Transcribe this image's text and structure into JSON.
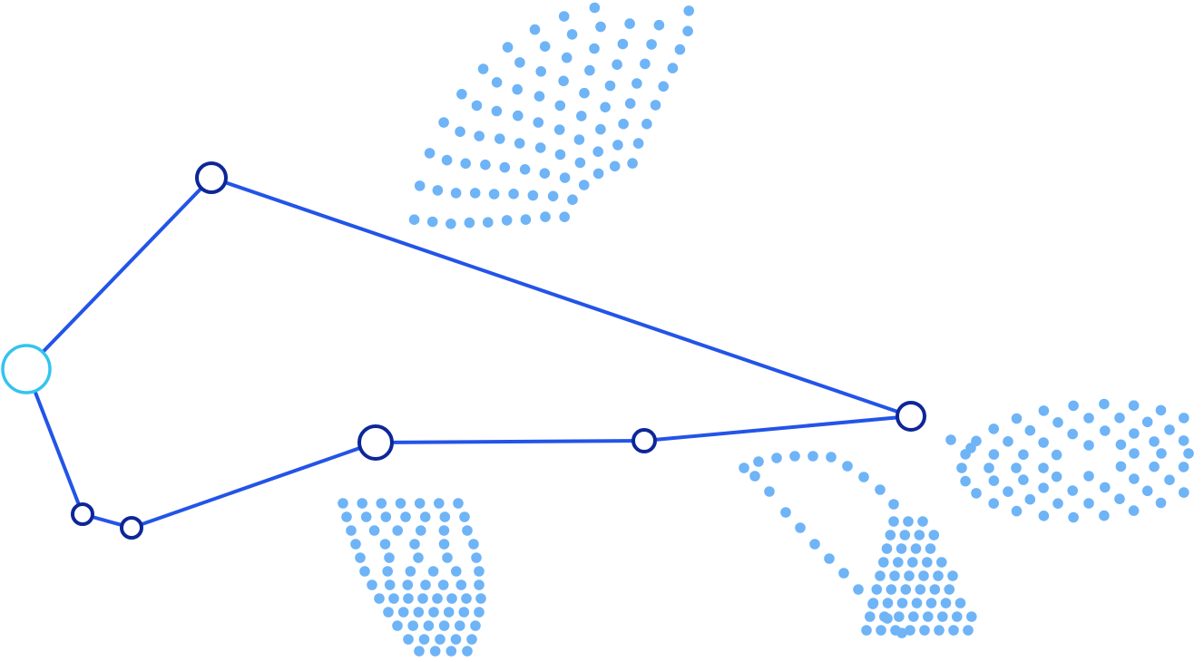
{
  "colors": {
    "edge": "#2354E8",
    "node_stroke": "#0D2699",
    "root_stroke": "#33C4EE",
    "dot": "#6EB4F7",
    "background": "#FFFFFF"
  },
  "nodes": [
    {
      "id": "root",
      "role": "root"
    },
    {
      "id": "top"
    },
    {
      "id": "lower-left-a"
    },
    {
      "id": "lower-left-b"
    },
    {
      "id": "mid"
    },
    {
      "id": "mid-right"
    },
    {
      "id": "right"
    }
  ],
  "edges": [
    [
      "root",
      "top"
    ],
    [
      "top",
      "right"
    ],
    [
      "root",
      "lower-left-a"
    ],
    [
      "lower-left-a",
      "lower-left-b"
    ],
    [
      "lower-left-b",
      "mid"
    ],
    [
      "mid",
      "mid-right"
    ],
    [
      "mid-right",
      "right"
    ]
  ],
  "dot_clusters": [
    {
      "id": "cluster-fan-top",
      "shape": "fan"
    },
    {
      "id": "cluster-pocket-bottom-left",
      "shape": "pocket"
    },
    {
      "id": "cluster-drop-bottom-right",
      "shape": "drop"
    },
    {
      "id": "cluster-leaf-right",
      "shape": "leaf"
    }
  ]
}
